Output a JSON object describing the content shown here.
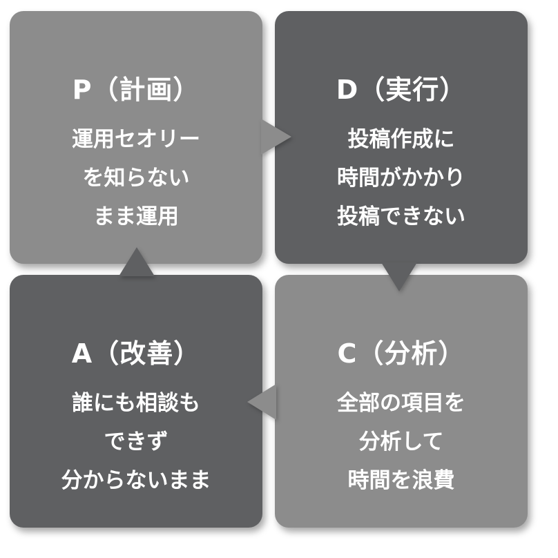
{
  "colors": {
    "light_box": "#8c8c8c",
    "dark_box": "#5f6062",
    "text": "#ffffff"
  },
  "cycle": {
    "plan": {
      "title": "P（計画）",
      "lines": [
        "運用セオリー",
        "を知らない",
        "まま運用"
      ]
    },
    "do": {
      "title": "D（実行）",
      "lines": [
        "投稿作成に",
        "時間がかかり",
        "投稿できない"
      ]
    },
    "act": {
      "title": "A（改善）",
      "lines": [
        "誰にも相談も",
        "できず",
        "分からないまま"
      ]
    },
    "check": {
      "title": "C（分析）",
      "lines": [
        "全部の項目を",
        "分析して",
        "時間を浪費"
      ]
    }
  }
}
